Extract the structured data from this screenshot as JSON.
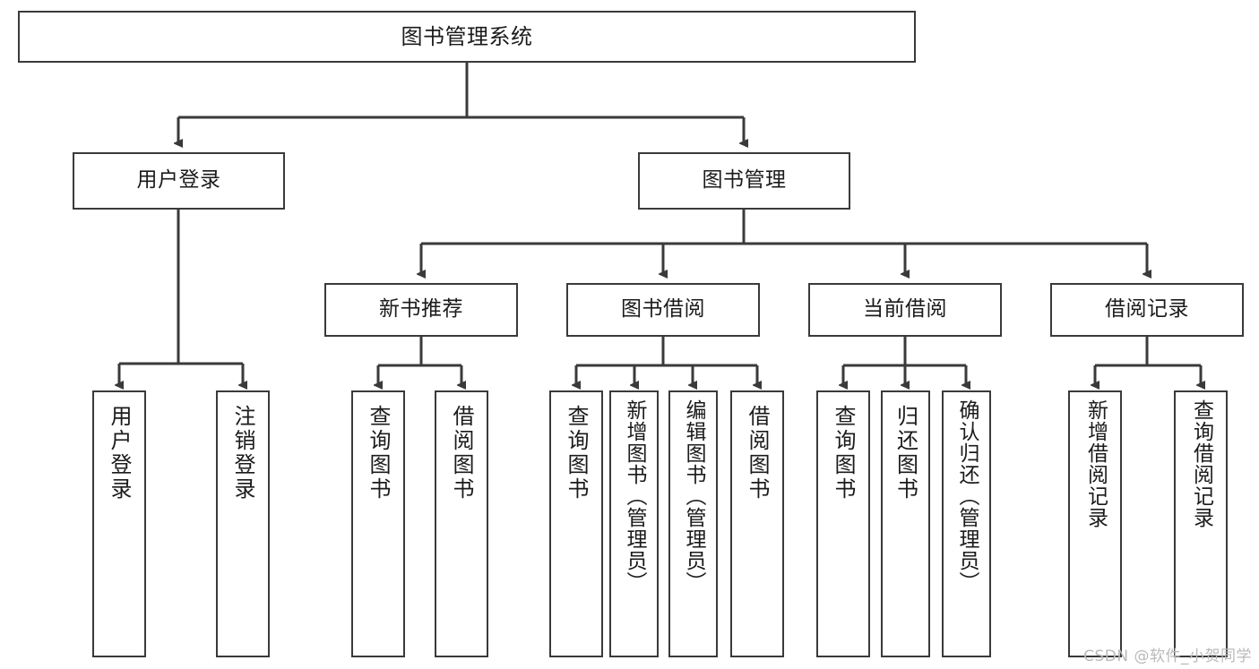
{
  "diagram": {
    "title": "图书管理系统",
    "type": "tree",
    "watermark": "CSDN @软件_小贺同学",
    "colors": {
      "stroke": "#3a3a3a",
      "fill": "#ffffff",
      "text": "#1b1b1b",
      "watermark": "#b9b9b9"
    },
    "levels": {
      "root": {
        "label": "图书管理系统"
      },
      "level2": [
        {
          "label": "用户登录"
        },
        {
          "label": "图书管理"
        }
      ],
      "level3": [
        {
          "label": "新书推荐"
        },
        {
          "label": "图书借阅"
        },
        {
          "label": "当前借阅"
        },
        {
          "label": "借阅记录"
        }
      ]
    },
    "leaves": {
      "user_login": [
        {
          "label": "用户登录"
        },
        {
          "label": "注销登录"
        }
      ],
      "new_book_recommend": [
        {
          "label": "查询图书"
        },
        {
          "label": "借阅图书"
        }
      ],
      "book_borrow": [
        {
          "label": "查询图书"
        },
        {
          "label": "新增图书（管理员）"
        },
        {
          "label": "编辑图书（管理员）"
        },
        {
          "label": "借阅图书"
        }
      ],
      "current_borrow": [
        {
          "label": "查询图书"
        },
        {
          "label": "归还图书"
        },
        {
          "label": "确认归还（管理员）"
        }
      ],
      "borrow_record": [
        {
          "label": "新增借阅记录"
        },
        {
          "label": "查询借阅记录"
        }
      ]
    }
  }
}
